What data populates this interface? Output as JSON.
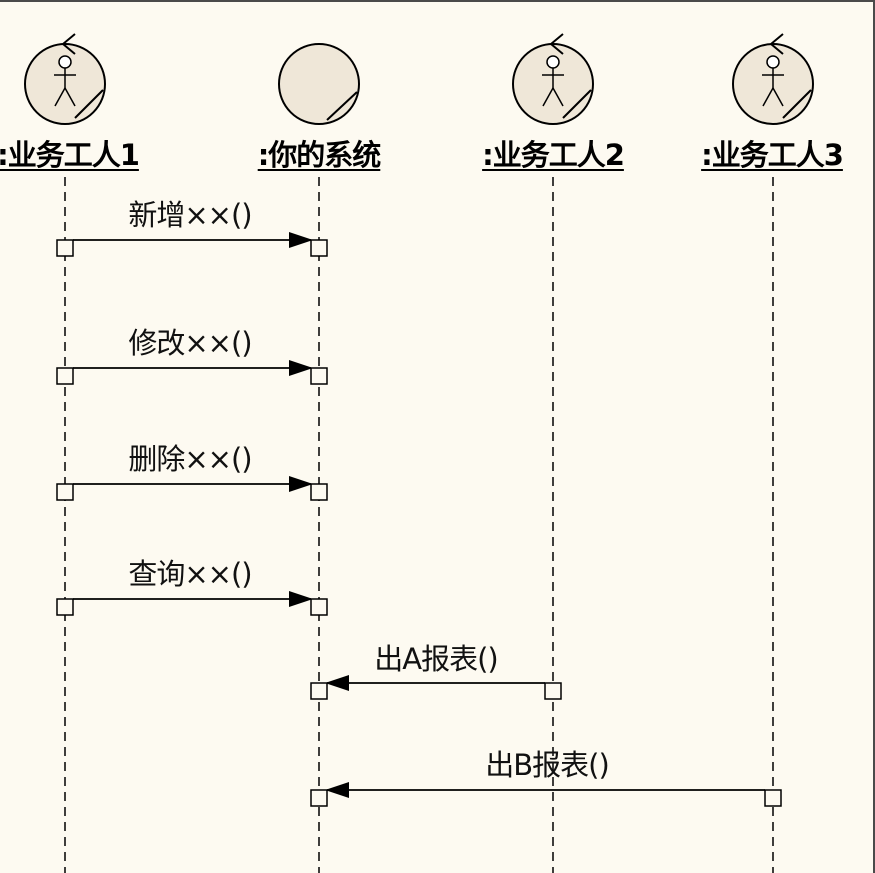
{
  "lifelines": [
    {
      "id": "worker1",
      "kind": "actor",
      "name": ":业务工人1"
    },
    {
      "id": "system",
      "kind": "entity",
      "name": ":你的系统"
    },
    {
      "id": "worker2",
      "kind": "actor",
      "name": ":业务工人2"
    },
    {
      "id": "worker3",
      "kind": "actor",
      "name": ":业务工人3"
    }
  ],
  "messages": [
    {
      "label": "新增××()",
      "from": "worker1",
      "to": "system"
    },
    {
      "label": "修改××()",
      "from": "worker1",
      "to": "system"
    },
    {
      "label": "删除××()",
      "from": "worker1",
      "to": "system"
    },
    {
      "label": "查询××()",
      "from": "worker1",
      "to": "system"
    },
    {
      "label": "出A报表()",
      "from": "worker2",
      "to": "system"
    },
    {
      "label": "出B报表()",
      "from": "worker3",
      "to": "system"
    }
  ],
  "colors": {
    "background": "#fdfaf1",
    "icon_fill": "#efe7d8",
    "line": "#000000",
    "activation_fill": "#fdfaf1"
  }
}
